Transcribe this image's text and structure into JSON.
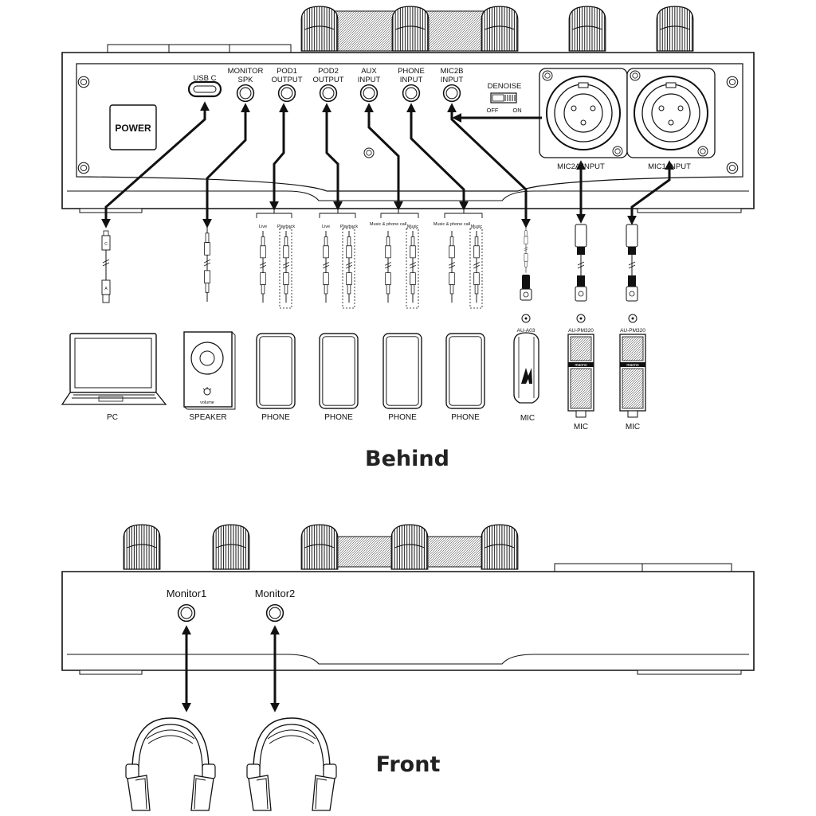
{
  "panels": {
    "behind": {
      "heading": "Behind",
      "power_label": "POWER",
      "denoise": {
        "title": "DENOISE",
        "off": "OFF",
        "on": "ON"
      },
      "ports": [
        {
          "id": "usbc",
          "lines": [
            "USB C"
          ]
        },
        {
          "id": "monitor-spk",
          "lines": [
            "MONITOR",
            "SPK"
          ]
        },
        {
          "id": "pod1",
          "lines": [
            "POD1",
            "OUTPUT"
          ]
        },
        {
          "id": "pod2",
          "lines": [
            "POD2",
            "OUTPUT"
          ]
        },
        {
          "id": "aux",
          "lines": [
            "AUX",
            "INPUT"
          ]
        },
        {
          "id": "phone",
          "lines": [
            "PHONE",
            "INPUT"
          ]
        },
        {
          "id": "mic2b",
          "lines": [
            "MIC2B",
            "INPUT"
          ]
        }
      ],
      "xlr_inputs": [
        "MIC2A INPUT",
        "MIC1 INPUT"
      ],
      "cable_groups": [
        {
          "left": "Live",
          "right": "Playback"
        },
        {
          "left": "Live",
          "right": "Playback"
        },
        {
          "left": "Music & phone call",
          "right": "Music"
        },
        {
          "left": "Music & phone call",
          "right": "Music"
        }
      ],
      "usb_plug_letters": [
        "C",
        "A"
      ],
      "mic_models": [
        "AU-A03",
        "AU-PM320",
        "AU-PM320"
      ],
      "mic_brand": "maono",
      "speaker_knob_label": "volume",
      "devices": [
        "PC",
        "SPEAKER",
        "PHONE",
        "PHONE",
        "PHONE",
        "PHONE",
        "MIC",
        "MIC",
        "MIC"
      ]
    },
    "front": {
      "heading": "Front",
      "monitors": [
        "Monitor1",
        "Monitor2"
      ]
    }
  }
}
